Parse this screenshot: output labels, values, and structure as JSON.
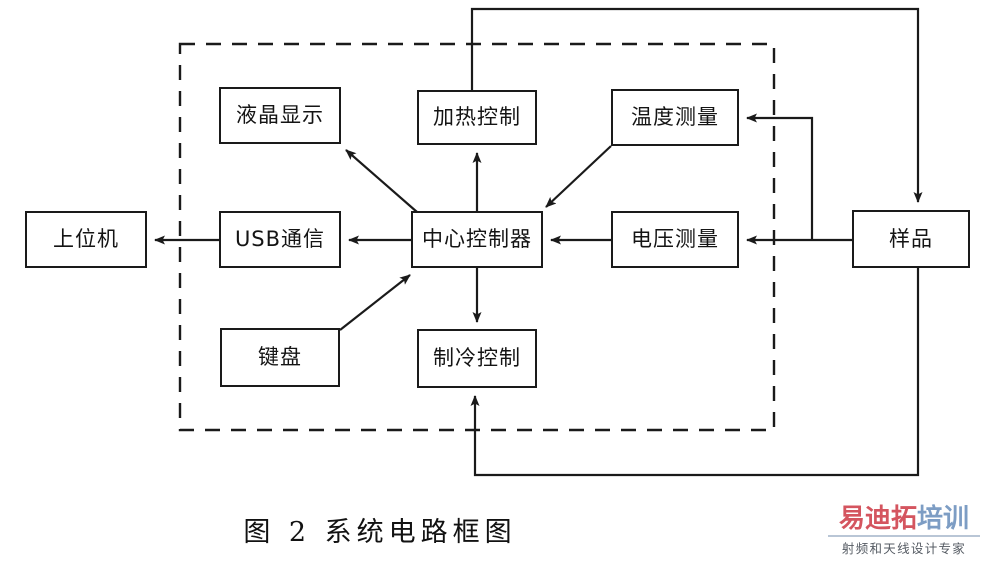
{
  "figure": {
    "caption": "图 2    系统电路框图",
    "nodes": {
      "host": "上位机",
      "usb": "USB通信",
      "lcd": "液晶显示",
      "keyboard": "键盘",
      "mcu": "中心控制器",
      "heating": "加热控制",
      "cooling": "制冷控制",
      "temperature": "温度测量",
      "voltage": "电压测量",
      "sample": "样品"
    },
    "enclosure": {
      "label": "dashed-instrument-boundary",
      "style": "dashed"
    },
    "colors": {
      "line": "#1a1a1a",
      "box_fill": "#ffffff",
      "background": "#ffffff",
      "text": "#141414"
    },
    "edges": [
      {
        "from": "usb",
        "to": "host",
        "label": "USB通信 → 上位机"
      },
      {
        "from": "mcu",
        "to": "usb",
        "label": "中心控制器 → USB通信"
      },
      {
        "from": "mcu",
        "to": "lcd",
        "label": "中心控制器 → 液晶显示"
      },
      {
        "from": "keyboard",
        "to": "mcu",
        "label": "键盘 → 中心控制器"
      },
      {
        "from": "mcu",
        "to": "heating",
        "label": "中心控制器 → 加热控制"
      },
      {
        "from": "mcu",
        "to": "cooling",
        "label": "中心控制器 → 制冷控制"
      },
      {
        "from": "temperature",
        "to": "mcu",
        "label": "温度测量 → 中心控制器"
      },
      {
        "from": "voltage",
        "to": "mcu",
        "label": "电压测量 → 中心控制器"
      },
      {
        "from": "sample",
        "to": "temperature",
        "label": "样品 → 温度测量"
      },
      {
        "from": "sample",
        "to": "voltage",
        "label": "样品 → 电压测量"
      },
      {
        "from": "heating",
        "to": "sample",
        "label": "加热控制 → 样品"
      },
      {
        "from": "sample",
        "to": "cooling",
        "label": "制冷控制回路 → 制冷控制"
      }
    ]
  },
  "watermark": {
    "title_red": "易迪拓",
    "title_blue": "培训",
    "subtitle": "射频和天线设计专家",
    "color_red": "#d4555f",
    "color_blue": "#7d9dc4"
  }
}
